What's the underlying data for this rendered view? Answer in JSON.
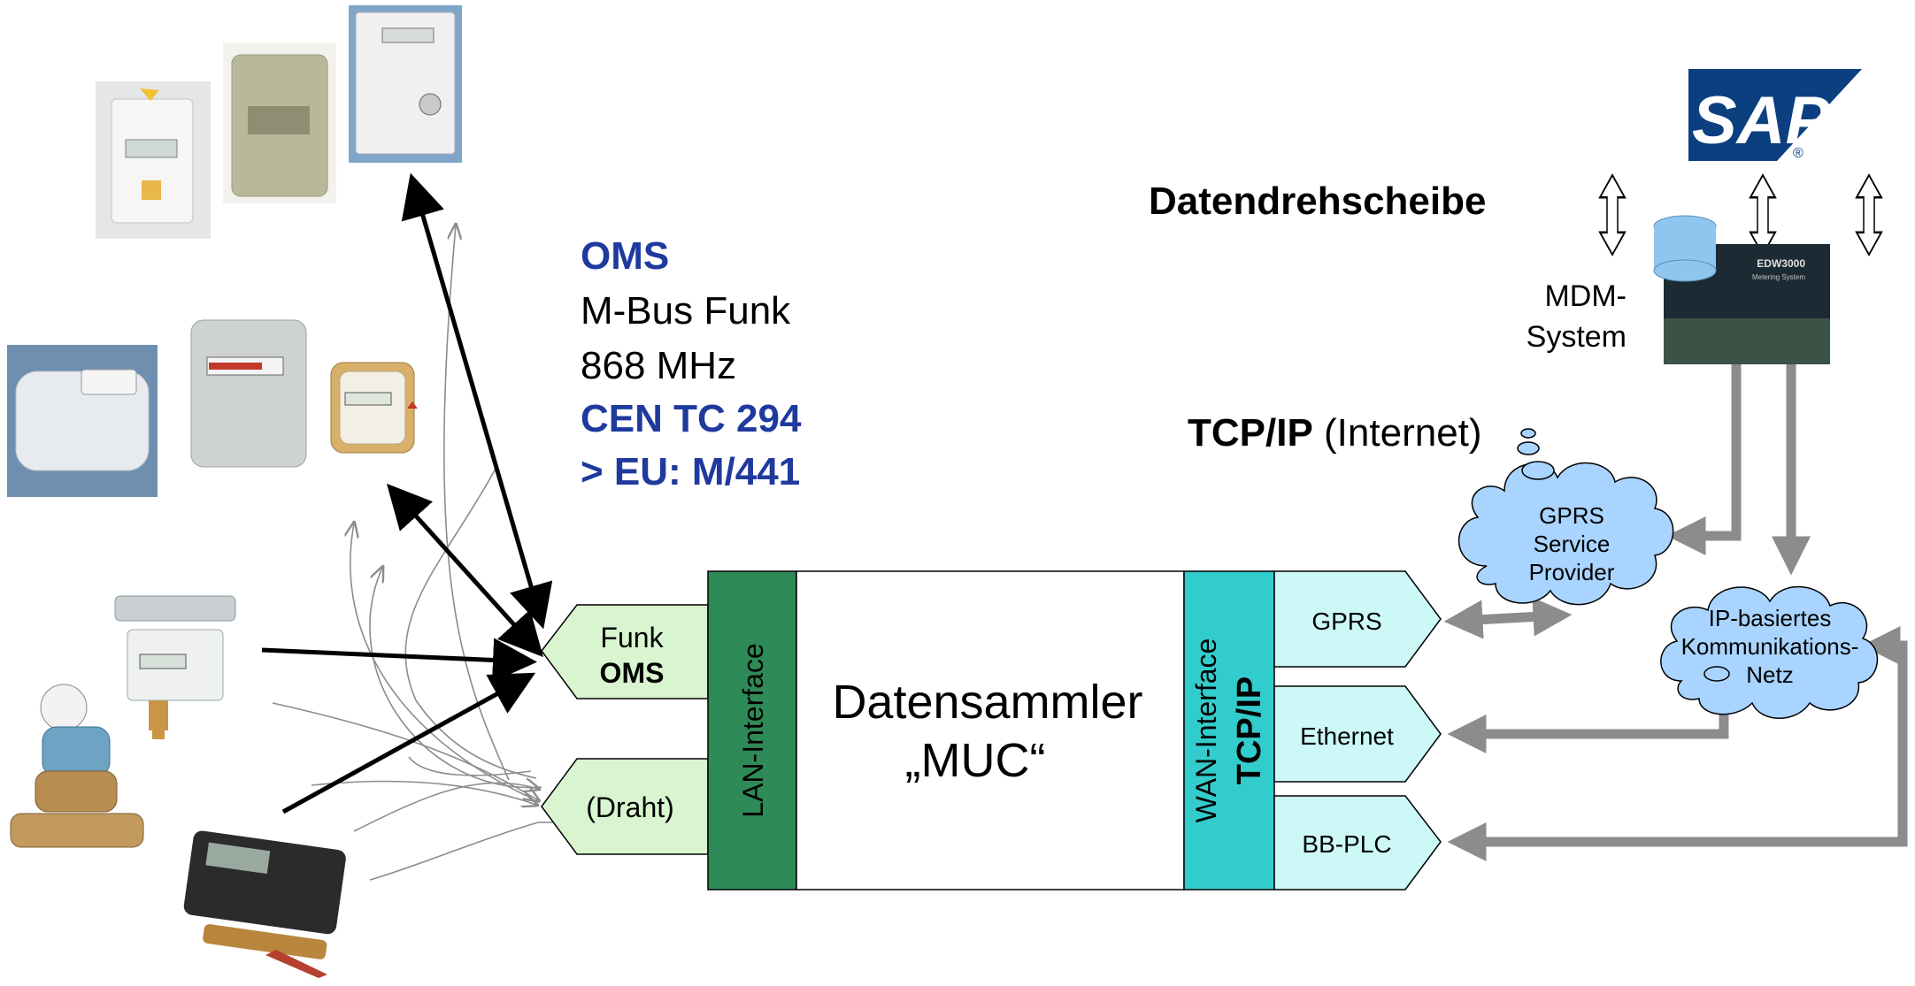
{
  "oms_block": {
    "title": "OMS",
    "line1": "M-Bus Funk",
    "line2": "868 MHz",
    "line3": "CEN TC 294",
    "line4": "> EU: M/441"
  },
  "data_hub_label": "Datendrehscheibe",
  "sap_logo": "SAP",
  "sap_registered": "®",
  "mdm": {
    "line1": "MDM-",
    "line2": "System"
  },
  "mdm_screen": {
    "line1": "EDW3000",
    "line2": "Metering System"
  },
  "tcpip_label": {
    "bold": "TCP/IP",
    "rest": " (Internet)"
  },
  "gprs_cloud": {
    "line1": "GPRS",
    "line2": "Service",
    "line3": "Provider"
  },
  "ip_cloud": {
    "line1": "IP-basiertes",
    "line2": "Kommunikations-",
    "line3": "Netz"
  },
  "muc": {
    "lan_interface": "LAN-Interface",
    "title_line1": "Datensammler",
    "title_line2": "„MUC“",
    "wan_interface": "WAN-Interface",
    "wan_protocol": "TCP/IP"
  },
  "inputs": {
    "funk_line1": "Funk",
    "funk_line2": "OMS",
    "draht": "(Draht)"
  },
  "outputs": {
    "gprs": "GPRS",
    "ethernet": "Ethernet",
    "bbplc": "BB-PLC"
  },
  "colors": {
    "blue_text": "#1f3a9e",
    "lan_green": "#2e8b57",
    "light_green": "#d8f5d0",
    "wan_teal": "#33cccc",
    "light_cyan": "#ccf8f8",
    "cloud_blue": "#a8d4ff",
    "arrow_gray": "#8c8c8c"
  }
}
